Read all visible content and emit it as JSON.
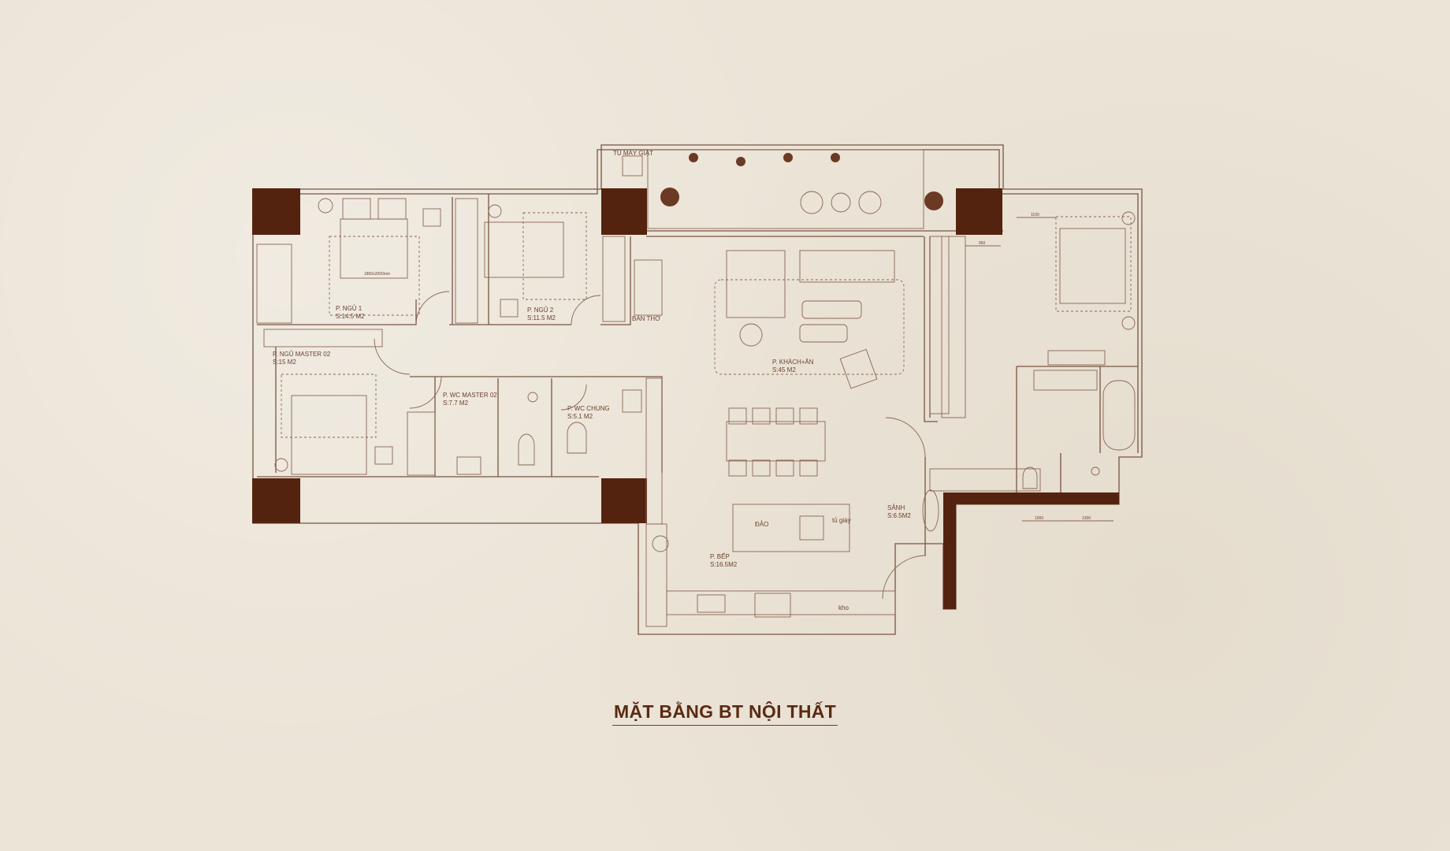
{
  "title": "MẶT BẰNG BT NỘI THẤT",
  "colors": {
    "background": "#ebe4d7",
    "ink": "#6b4030",
    "column": "#54230f",
    "title": "#5a2a12"
  },
  "rooms": {
    "bedroom1": {
      "name": "P. NGỦ 1",
      "area": "S:14.5 M2"
    },
    "bedroom2": {
      "name": "P. NGỦ 2",
      "area": "S:11.5 M2"
    },
    "altar": {
      "name": "BÀN THỜ"
    },
    "washer": {
      "name": "TỦ MÁY GIẶT"
    },
    "master2": {
      "name": "P. NGỦ MASTER 02",
      "area": "S:15 M2"
    },
    "wc_master2": {
      "name": "P. WC MASTER 02",
      "area": "S:7.7 M2"
    },
    "wc_common": {
      "name": "P. WC CHUNG",
      "area": "S:5.1 M2"
    },
    "living_dining": {
      "name": "P. KHÁCH+ĂN",
      "area": "S:45 M2"
    },
    "lobby": {
      "name": "SẢNH",
      "area": "S:6.5M2"
    },
    "island": {
      "name": "ĐẢO"
    },
    "shoe_cabinet": {
      "name": "tủ giày"
    },
    "kitchen": {
      "name": "P. BẾP",
      "area": "S:16.5M2"
    },
    "storage": {
      "name": "kho"
    }
  },
  "dimensions": {
    "d1": "1100",
    "d2": "950",
    "d3": "1000",
    "d4": "1300",
    "bed": "1800x2000mm"
  }
}
